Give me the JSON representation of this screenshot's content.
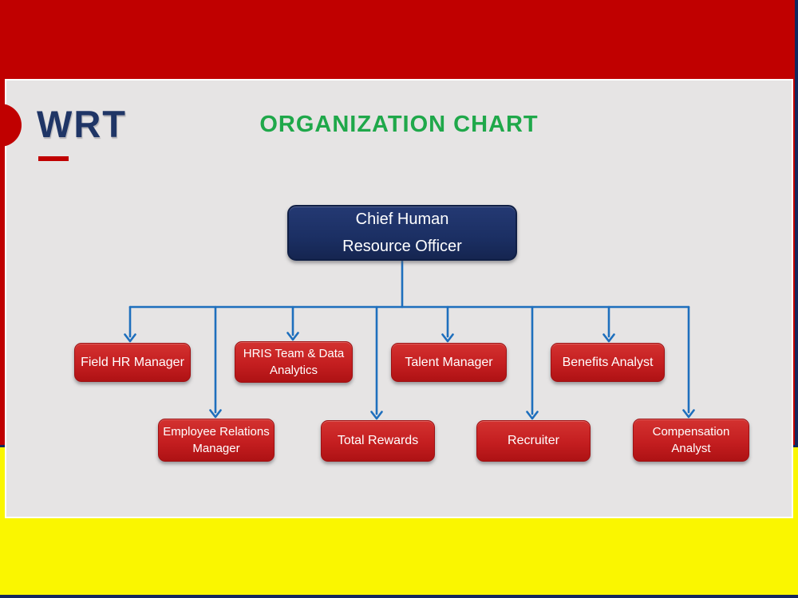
{
  "logo": {
    "text": "WRT"
  },
  "title": {
    "text": "ORGANIZATION CHART"
  },
  "nodes": {
    "chro": {
      "label": "Chief Human\nResource Officer",
      "level": 1
    },
    "field_hr": {
      "label": "Field HR Manager",
      "level": 2
    },
    "hris": {
      "label": "HRIS Team & Data\nAnalytics",
      "level": 2
    },
    "talent": {
      "label": "Talent Manager",
      "level": 2
    },
    "benefits": {
      "label": "Benefits Analyst",
      "level": 2
    },
    "employee_relations": {
      "label": "Employee Relations\nManager",
      "level": 2
    },
    "total_rewards": {
      "label": "Total Rewards",
      "level": 2
    },
    "recruiter": {
      "label": "Recruiter",
      "level": 2
    },
    "compensation": {
      "label": "Compensation\nAnalyst",
      "level": 2
    }
  },
  "hierarchy": {
    "root": "Chief Human Resource Officer",
    "reports": [
      "Field HR Manager",
      "Employee Relations Manager",
      "HRIS Team & Data Analytics",
      "Total Rewards",
      "Talent Manager",
      "Recruiter",
      "Benefits Analyst",
      "Compensation Analyst"
    ]
  },
  "colors": {
    "band_yellow": "#FAF600",
    "frame_red": "#C00000",
    "frame_navy": "#14265C",
    "slide_bg": "#E6E4E4",
    "connector_blue": "#1E6FBD",
    "node_red": "#C6201F",
    "node_navy": "#1B2F63",
    "title_green": "#1FA84A",
    "logo_navy": "#1F3566"
  }
}
